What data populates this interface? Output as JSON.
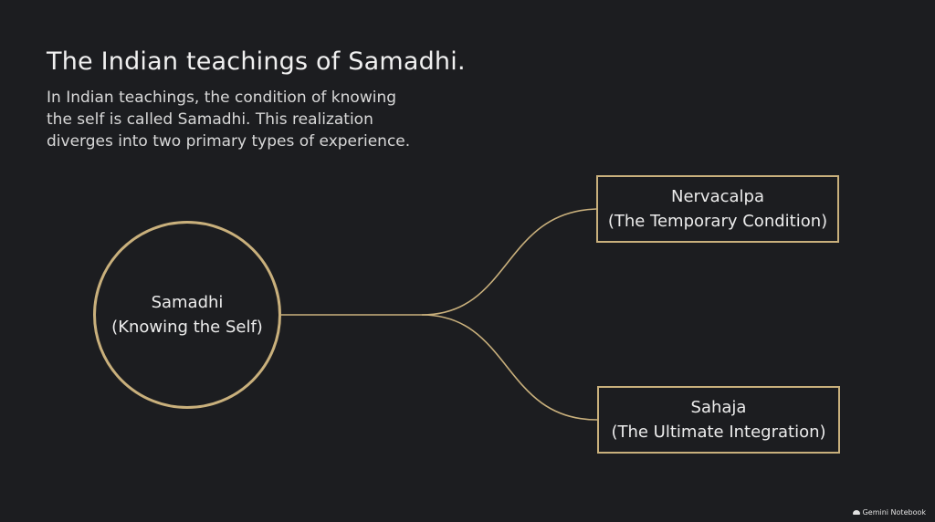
{
  "slide": {
    "title": "The Indian teachings of Samadhi.",
    "intro_lines": [
      "In Indian teachings, the condition of knowing",
      "the self is called Samadhi. This realization",
      "diverges into two primary types of experience."
    ]
  },
  "diagram": {
    "root": {
      "label": "Samadhi",
      "sublabel": "(Knowing the Self)"
    },
    "branches": [
      {
        "label": "Nervacalpa",
        "sublabel": "(The Temporary Condition)"
      },
      {
        "label": "Sahaja",
        "sublabel": "(The Ultimate Integration)"
      }
    ],
    "accent_color": "#c9b07c",
    "background_color": "#1c1d20"
  },
  "watermark": {
    "label": "Gemini Notebook",
    "icon": "notebook-logo-icon"
  }
}
